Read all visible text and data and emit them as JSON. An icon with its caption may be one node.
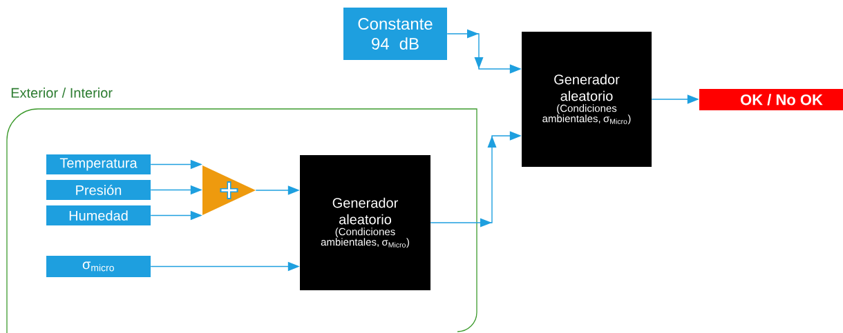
{
  "diagram": {
    "nodes": [
      {
        "text": [
          "Constante 94 dB"
        ]
      },
      {
        "text": [
          "Generador aleatorio",
          "(Condiciones ambientales, σ$_{Micro}$)"
        ]
      },
      {
        "text": [
          "OK / No OK"
        ]
      },
      {
        "text": [
          "Exterior / Interior"
        ]
      },
      {
        "text": [
          "Temperatura"
        ],
        "in": 3
      },
      {
        "text": [
          "Presión"
        ],
        "in": 3
      },
      {
        "text": [
          "Humedad"
        ],
        "in": 3
      },
      {
        "text": [
          "σ$_{micro}$"
        ],
        "in": 3
      },
      {
        "text": [],
        "shape": "triangle",
        "in": 3
      },
      {
        "text": [
          "Generador aleatorio",
          "(Condiciones ambientales, σ$_{Micro}$)"
        ],
        "in": 3
      }
    ],
    "edges": [
      {
        "from": 0,
        "to": 1,
        "arrow": "to"
      },
      {
        "from": 1,
        "to": 2,
        "arrow": "to"
      },
      {
        "from": 4,
        "to": 8,
        "arrow": "to"
      },
      {
        "from": 5,
        "to": 8,
        "arrow": "to"
      },
      {
        "from": 6,
        "to": 8,
        "arrow": "to"
      },
      {
        "from": 8,
        "to": 9,
        "arrow": "to"
      },
      {
        "from": 7,
        "to": 9,
        "arrow": "to"
      },
      {
        "from": 9,
        "to": 1,
        "arrow": "to"
      }
    ]
  }
}
